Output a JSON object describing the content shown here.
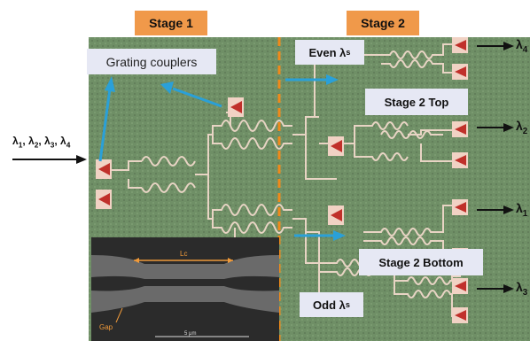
{
  "stage1": {
    "label": "Stage 1"
  },
  "stage2": {
    "label": "Stage 2"
  },
  "grating_couplers": {
    "label": "Grating couplers"
  },
  "even_label": {
    "text": "Even λ",
    "sub": "s"
  },
  "odd_label": {
    "text": "Odd λ",
    "sub": "s"
  },
  "stage2_top": {
    "label": "Stage 2 Top"
  },
  "stage2_bottom": {
    "label": "Stage 2 Bottom"
  },
  "input": {
    "parts": [
      {
        "t": "λ",
        "s": "1"
      },
      {
        "t": ", λ",
        "s": "2"
      },
      {
        "t": ", λ",
        "s": "3"
      },
      {
        "t": ", λ",
        "s": "4"
      }
    ]
  },
  "outputs": [
    {
      "t": "λ",
      "s": "4"
    },
    {
      "t": "λ",
      "s": "2"
    },
    {
      "t": "λ",
      "s": "1"
    },
    {
      "t": "λ",
      "s": "3"
    }
  ],
  "sem_inset": {
    "lc_label": "Lc",
    "gap_label": "Gap",
    "scale_label": "5 μm"
  },
  "colors": {
    "chip_green": "#6f8f66",
    "stage_orange": "#f0994a",
    "label_bg": "#e6e8f4",
    "arrow_blue": "#2aa0d8",
    "divider_orange": "#f08a1a"
  }
}
